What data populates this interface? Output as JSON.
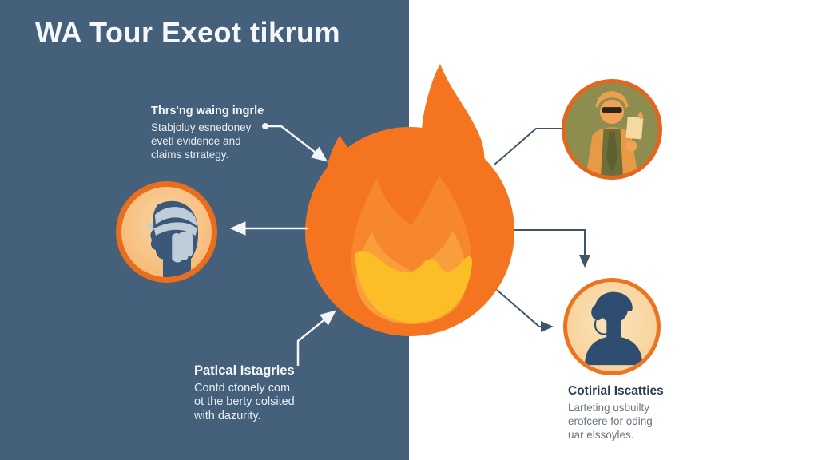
{
  "title": "WA Tour Exeot tikrum",
  "theme": {
    "bg_left": "#45607a",
    "bg_right": "#ffffff",
    "accent_orange": "#f5741f",
    "flame_mid": "#f6872c",
    "flame_amber": "#f89e3a",
    "flame_yellow": "#fcbe27",
    "ring_orange": "#e86d1d",
    "olive": "#8d8d50",
    "silhouette_navy": "#2f4d71",
    "arrow_dark": "#3e5468",
    "heading_dark": "#2c3e54"
  },
  "callouts": {
    "top_left": {
      "heading": "Thrs'ng waing ingrle",
      "lines": [
        "Stabjoluy esnedoney",
        "evetl evidence and",
        "claims strrategy."
      ]
    },
    "bottom_left": {
      "heading": "Patical Istagries",
      "lines": [
        "Contd ctonely com",
        "ot the berty colsited",
        "with dazurity."
      ]
    },
    "bottom_right": {
      "heading": "Cotirial Iscatties",
      "lines": [
        "Larteting usbuilty",
        "erofcere for oding",
        "uar elssoyles."
      ]
    }
  },
  "icons": {
    "center": "flame-icon",
    "left": "bandaged-head-icon",
    "top_right": "investigator-with-evidence-icon",
    "bottom_right": "headset-agent-icon"
  }
}
